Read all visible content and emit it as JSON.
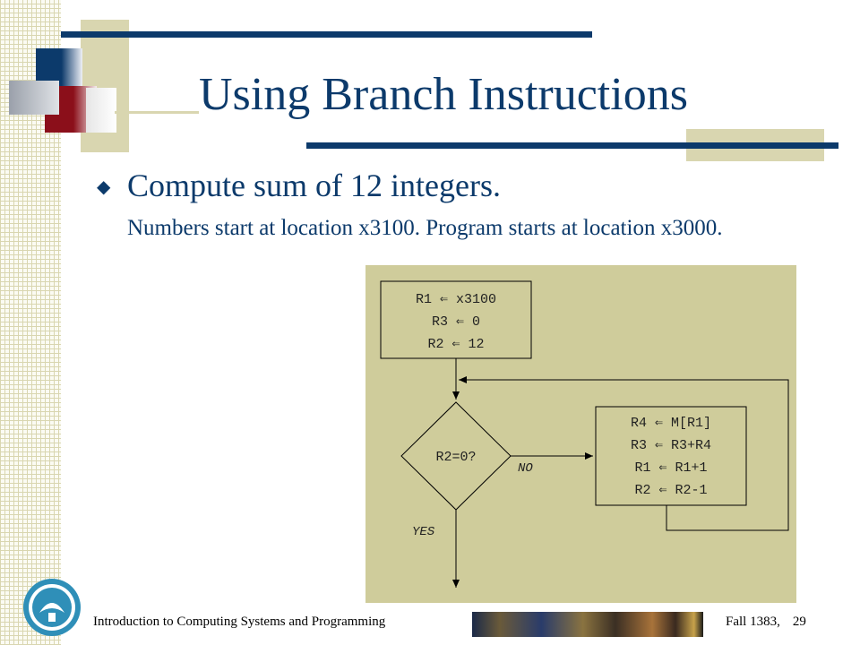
{
  "slide": {
    "title": "Using Branch Instructions",
    "bullet_main": "Compute sum of 12 integers.",
    "bullet_sub": "Numbers start at location x3100.  Program starts at location x3000."
  },
  "flowchart": {
    "init_lines": [
      "R1 ⇐ x3100",
      "R3 ⇐ 0",
      "R2 ⇐ 12"
    ],
    "decision": "R2=0?",
    "branch_no": "NO",
    "branch_yes": "YES",
    "loop_lines": [
      "R4 ⇐ M[R1]",
      "R3 ⇐ R3+R4",
      "R1 ⇐ R1+1",
      "R2 ⇐ R2-1"
    ]
  },
  "footer": {
    "course": "Introduction to Computing Systems and Programming",
    "term": "Fall 1383,",
    "page": "29"
  },
  "colors": {
    "title": "#0c3a6b",
    "accent_navy": "#0c3a6b",
    "accent_red": "#8b0f1a",
    "panel": "#cfcc9b",
    "tan": "#d9d6b0"
  },
  "icons": {
    "bullet": "diamond-bullet-icon",
    "logo": "university-logo-icon"
  }
}
